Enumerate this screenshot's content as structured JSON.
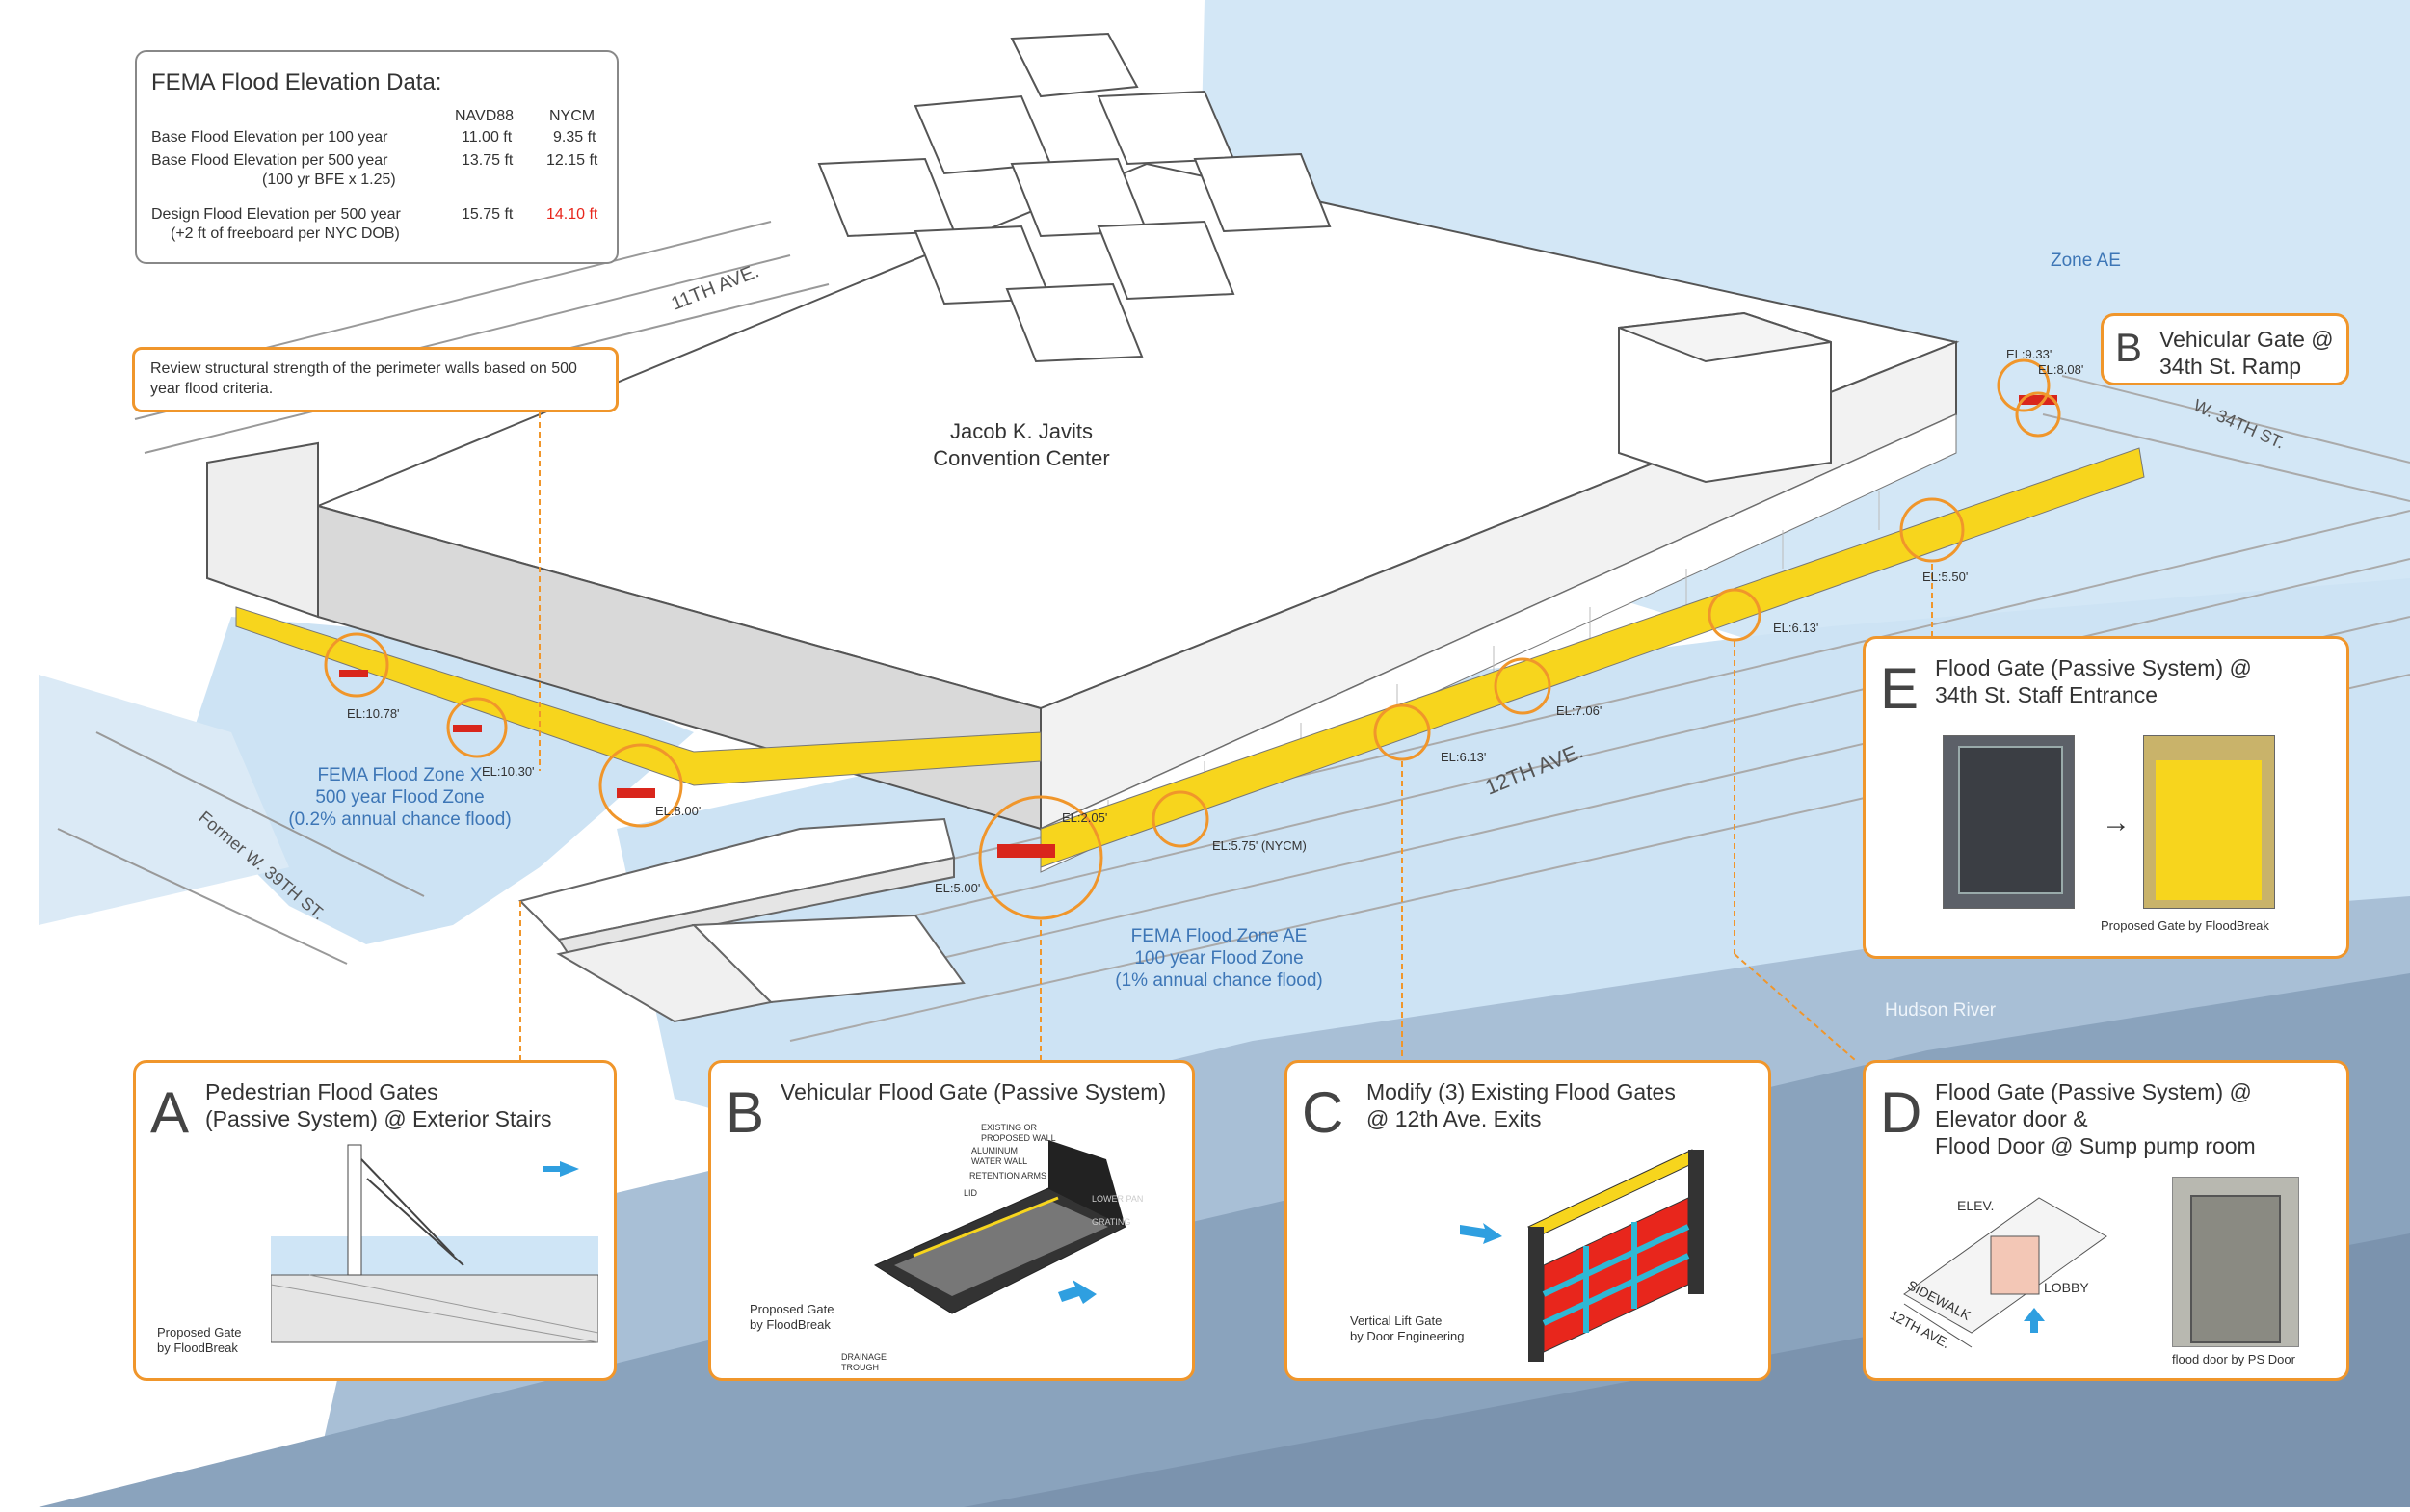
{
  "fema_table": {
    "title": "FEMA Flood Elevation Data:",
    "col_navd": "NAVD88",
    "col_nycm": "NYCM",
    "rows": [
      {
        "label": "Base Flood Elevation per 100 year",
        "sub": "",
        "navd": "11.00 ft",
        "nycm": "9.35 ft"
      },
      {
        "label": "Base Flood Elevation per 500 year",
        "sub": "(100 yr BFE x 1.25)",
        "navd": "13.75 ft",
        "nycm": "12.15 ft"
      },
      {
        "label": "Design Flood Elevation per 500 year",
        "sub": "(+2 ft of freeboard per NYC DOB)",
        "navd": "15.75 ft",
        "nycm": "14.10 ft"
      }
    ],
    "highlight_color": "#e8261c"
  },
  "note": "Review structural strength of the perimeter walls based on 500 year flood criteria.",
  "map_labels": {
    "building": "Jacob K. Javits",
    "building2": "Convention Center",
    "ave11": "11TH AVE.",
    "ave12": "12TH AVE.",
    "w34": "W. 34TH ST.",
    "w39": "Former W. 39TH ST.",
    "zone_ae_top": "Zone AE",
    "zone_x_1": "FEMA Flood Zone X",
    "zone_x_2": "500 year Flood Zone",
    "zone_x_3": "(0.2% annual chance flood)",
    "zone_ae_1": "FEMA Flood Zone AE",
    "zone_ae_2": "100 year Flood Zone",
    "zone_ae_3": "(1% annual chance flood)",
    "river": "Hudson River"
  },
  "elevations": [
    "EL:10.78'",
    "EL:10.30'",
    "EL:8.00'",
    "EL:5.00'",
    "EL:2.05'",
    "EL:5.75' (NYCM)",
    "EL:6.13'",
    "EL:7.06'",
    "EL:6.13'",
    "EL:5.50'",
    "EL:9.33'",
    "EL:8.08'"
  ],
  "panels": {
    "a": {
      "letter": "A",
      "title1": "Pedestrian Flood Gates",
      "title2": "(Passive System) @ Exterior Stairs",
      "cap1": "Proposed Gate",
      "cap2": "by FloodBreak"
    },
    "b": {
      "letter": "B",
      "title1": "Vehicular Flood Gate (Passive System)",
      "cap1": "Proposed Gate",
      "cap2": "by FloodBreak",
      "lbl1": "EXISTING OR PROPOSED WALL",
      "lbl2": "ALUMINUM WATER WALL",
      "lbl3": "RETENTION ARMS",
      "lbl4": "LID",
      "lbl5": "LOWER PAN",
      "lbl6": "GRATING",
      "lbl7": "DRAINAGE TROUGH"
    },
    "c": {
      "letter": "C",
      "title1": "Modify (3) Existing Flood Gates",
      "title2": "@ 12th Ave. Exits",
      "cap1": "Vertical Lift Gate",
      "cap2": "by Door Engineering"
    },
    "d": {
      "letter": "D",
      "title1": "Flood Gate (Passive System)  @",
      "title2": "Elevator door &",
      "title3": "Flood Door @ Sump pump room",
      "cap1": "flood door by PS Door",
      "elev": "ELEV.",
      "lobby": "LOBBY",
      "sidewalk": "SIDEWALK",
      "ave": "12TH AVE."
    },
    "e": {
      "letter": "E",
      "title1": "Flood Gate (Passive System) @",
      "title2": "34th St. Staff Entrance",
      "cap1": "Proposed Gate by FloodBreak",
      "arrow": "→"
    },
    "btop": {
      "letter": "B",
      "title1": "Vehicular Gate @",
      "title2": "34th St. Ramp"
    }
  },
  "colors": {
    "water": "#cfe5f6",
    "deep_water": "#8aa2bd",
    "mid_water": "#a9c1d9",
    "accent": "#f0962b",
    "gate_yellow": "#f7d51d",
    "red": "#d9261c",
    "zone_blue": "#3d76b6"
  }
}
